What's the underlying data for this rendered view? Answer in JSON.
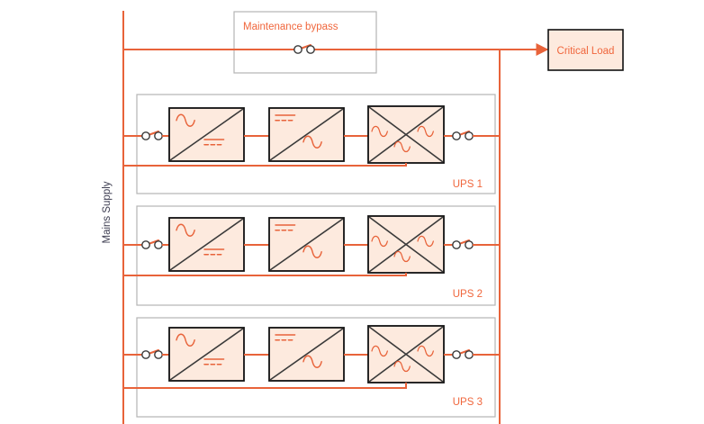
{
  "diagram": {
    "title_visible": false,
    "type": "parallel-redundant-ups-single-line-diagram",
    "colors": {
      "wire": "#e8633a",
      "label_orange": "#f0663c",
      "label_dark": "#3c3c50",
      "block_fill": "#fdeade",
      "block_stroke": "#111111",
      "group_stroke": "#b4b4b4",
      "background": "#ffffff"
    },
    "labels": {
      "mains_supply": "Mains Supply",
      "maintenance_bypass": "Maintenance bypass",
      "critical_load": "Critical Load"
    },
    "ups_units": [
      {
        "label": "UPS 1"
      },
      {
        "label": "UPS 2"
      },
      {
        "label": "UPS 3"
      }
    ],
    "blocks": {
      "rectifier": {
        "icon": "ac-to-dc-converter-icon",
        "input": "AC",
        "output": "DC"
      },
      "inverter": {
        "icon": "dc-to-ac-converter-icon",
        "input": "DC",
        "output": "AC"
      },
      "static_switch": {
        "icon": "static-transfer-switch-icon",
        "inputs": "AC",
        "output": "AC"
      }
    },
    "switches": {
      "input_breaker": "closed",
      "output_breaker": "closed",
      "bypass_breaker": "closed"
    }
  }
}
